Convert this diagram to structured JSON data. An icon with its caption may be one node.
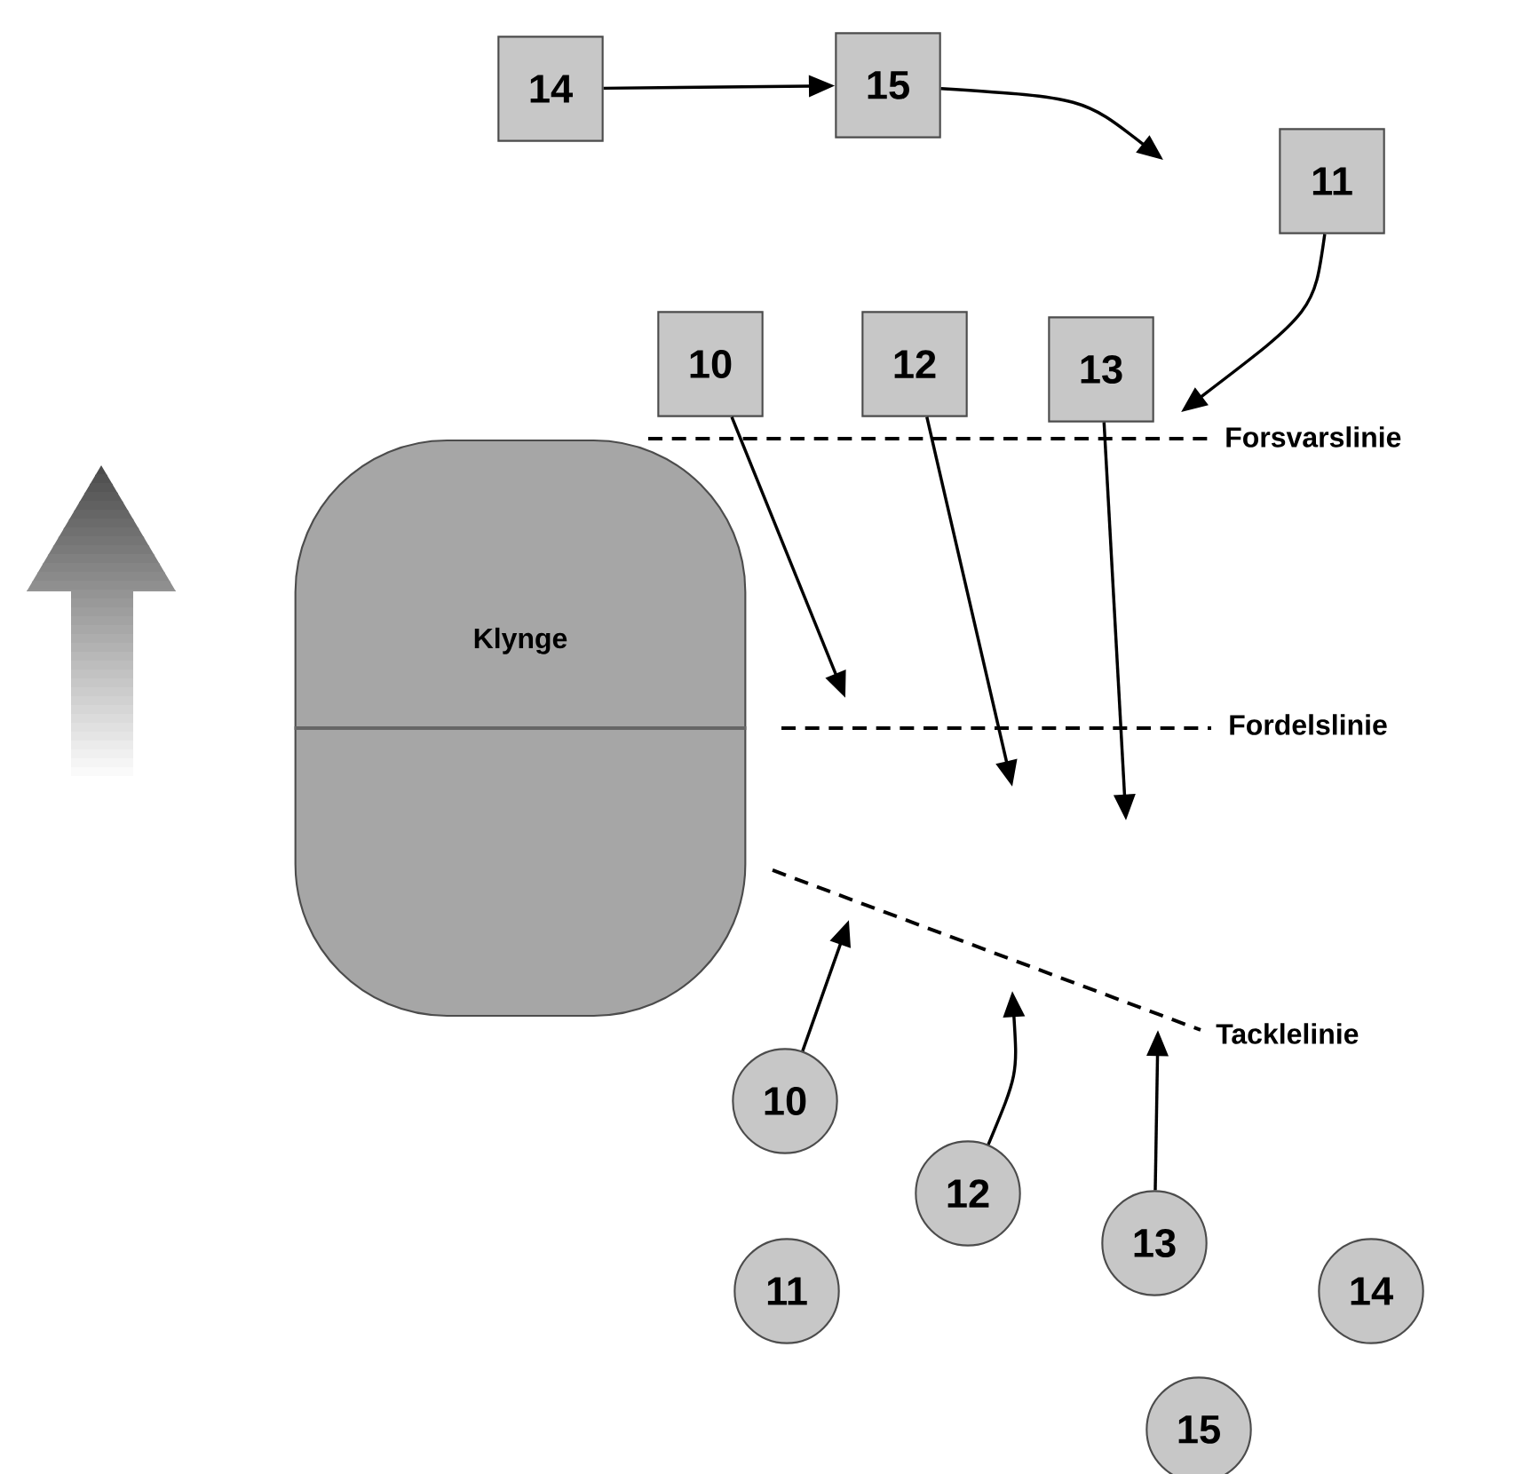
{
  "diagram": {
    "nodes": [
      {
        "text": [
          "14"
        ]
      },
      {
        "text": [
          "15"
        ]
      },
      {
        "text": [
          "11"
        ]
      },
      {
        "text": [
          "10"
        ]
      },
      {
        "text": [
          "12"
        ]
      },
      {
        "text": [
          "13"
        ]
      },
      {
        "text": [
          "Klynge"
        ]
      },
      {
        "text": [
          "10"
        ]
      },
      {
        "text": [
          "12"
        ]
      },
      {
        "text": [
          "13"
        ]
      },
      {
        "text": [
          "11"
        ]
      },
      {
        "text": [
          "14"
        ]
      },
      {
        "text": [
          "15"
        ]
      }
    ],
    "edges": [
      {
        "from": 0,
        "to": 1,
        "arrow": "to"
      },
      {
        "from": 1,
        "to": null,
        "arrow": "to"
      },
      {
        "from": 2,
        "to": null,
        "arrow": "to"
      },
      {
        "from": 3,
        "to": null,
        "arrow": "to"
      },
      {
        "from": 4,
        "to": null,
        "arrow": "to"
      },
      {
        "from": 5,
        "to": null,
        "arrow": "to"
      },
      {
        "from": 7,
        "to": null,
        "arrow": "to"
      },
      {
        "from": 8,
        "to": null,
        "arrow": "to"
      },
      {
        "from": 9,
        "to": null,
        "arrow": "to"
      }
    ],
    "labels": [
      "Forsvarslinie",
      "Fordelslinie",
      "Tacklelinie"
    ]
  }
}
